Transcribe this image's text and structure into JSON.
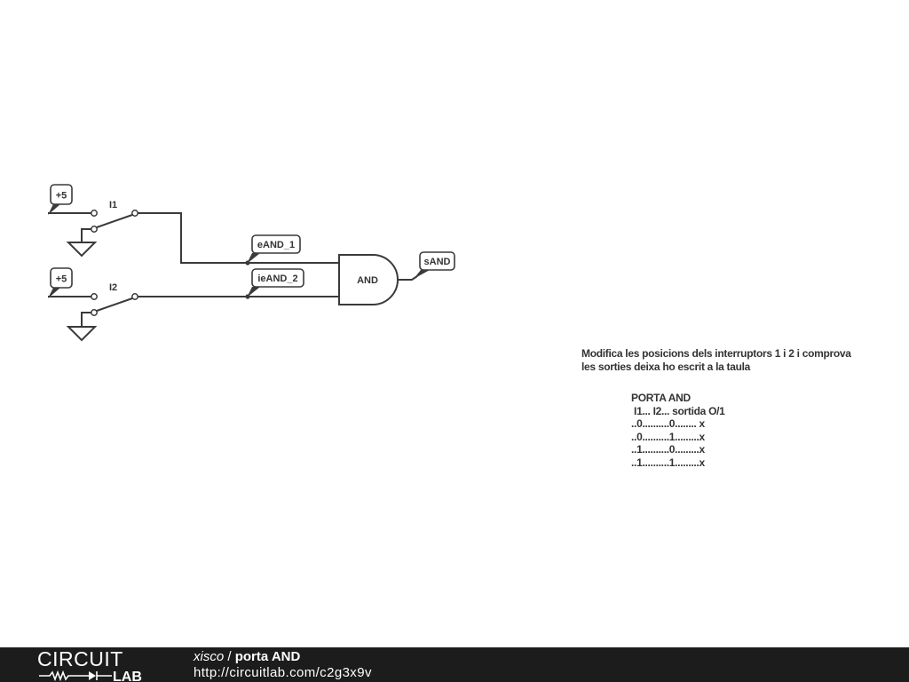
{
  "schematic": {
    "supply_1": "+5",
    "supply_2": "+5",
    "switch_1": "I1",
    "switch_2": "I2",
    "net_label_in1": "eAND_1",
    "net_label_in2": "ieAND_2",
    "net_label_out": "sAND",
    "gate_label": "AND"
  },
  "notes": {
    "instruction_line1": "Modifica les posicions dels interruptors 1 i 2 i comprova",
    "instruction_line2": "les sorties deixa ho escrit a la taula",
    "table_title": "PORTA AND",
    "table_header": " I1... I2... sortida O/1",
    "table_rows": [
      "..0..........0........ x",
      "..0..........1.........x",
      "..1..........0.........x",
      "..1..........1.........x"
    ]
  },
  "footer": {
    "logo_top": "CIRCUIT",
    "logo_bottom": "LAB",
    "author": "xisco",
    "separator": " / ",
    "circuit_name": "porta AND",
    "url": "http://circuitlab.com/c2g3x9v"
  },
  "colors": {
    "wire": "#3a3a3a",
    "footer_bg": "#1c1c1c",
    "text": "#333333"
  }
}
